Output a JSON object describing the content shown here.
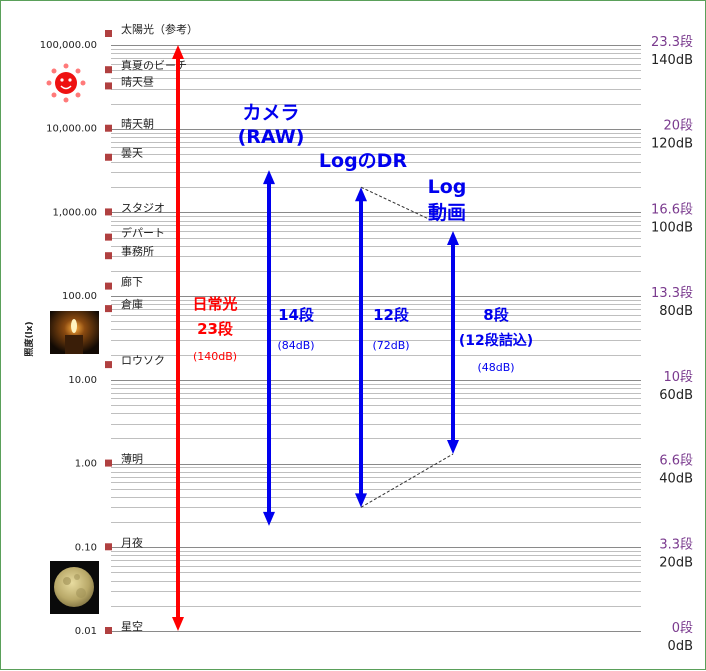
{
  "chart_data": {
    "type": "log-scale-range",
    "ylabel": "照度(lx)",
    "ylim": [
      0.01,
      100000
    ],
    "y_ticks": [
      {
        "value": 100000,
        "label": "100,000.00"
      },
      {
        "value": 10000,
        "label": "10,000.00"
      },
      {
        "value": 1000,
        "label": "1,000.00"
      },
      {
        "value": 100,
        "label": "100.00"
      },
      {
        "value": 10,
        "label": "10.00"
      },
      {
        "value": 1,
        "label": "1.00"
      },
      {
        "value": 0.1,
        "label": "0.10"
      },
      {
        "value": 0.01,
        "label": "0.01"
      }
    ],
    "right_scale": [
      {
        "value": 100000,
        "stop": "23.3段",
        "db": "140dB"
      },
      {
        "value": 10000,
        "stop": "20段",
        "db": "120dB"
      },
      {
        "value": 1000,
        "stop": "16.6段",
        "db": "100dB"
      },
      {
        "value": 100,
        "stop": "13.3段",
        "db": "80dB"
      },
      {
        "value": 10,
        "stop": "10段",
        "db": "60dB"
      },
      {
        "value": 1,
        "stop": "6.6段",
        "db": "40dB"
      },
      {
        "value": 0.1,
        "stop": "3.3段",
        "db": "20dB"
      },
      {
        "value": 0.01,
        "stop": "0段",
        "db": "0dB"
      }
    ],
    "light_sources": [
      {
        "name": "太陽光（参考）",
        "value": 130000
      },
      {
        "name": "真夏のビーチ",
        "value": 50000
      },
      {
        "name": "晴天昼",
        "value": 32000
      },
      {
        "name": "晴天朝",
        "value": 10000
      },
      {
        "name": "曇天",
        "value": 4500
      },
      {
        "name": "スタジオ",
        "value": 1000
      },
      {
        "name": "デパート",
        "value": 500
      },
      {
        "name": "事務所",
        "value": 300
      },
      {
        "name": "廊下",
        "value": 130
      },
      {
        "name": "倉庫",
        "value": 70
      },
      {
        "name": "ロウソク",
        "value": 15
      },
      {
        "name": "薄明",
        "value": 1
      },
      {
        "name": "月夜",
        "value": 0.1
      },
      {
        "name": "星空",
        "value": 0.01
      }
    ],
    "ranges": [
      {
        "id": "daylight",
        "title_lines": [
          "日常光",
          "23段"
        ],
        "sub": "(140dB)",
        "color": "#ff0000",
        "from": 0.01,
        "to": 100000
      },
      {
        "id": "camera-raw",
        "title_lines": [
          "カメラ",
          "(RAW)"
        ],
        "label": "14段",
        "sub": "(84dB)",
        "color": "#0000ee",
        "from": 0.18,
        "to": 3200
      },
      {
        "id": "log-dr",
        "title_lines": [
          "LogのDR"
        ],
        "label": "12段",
        "sub": "(72dB)",
        "color": "#0000ee",
        "from": 0.3,
        "to": 2000
      },
      {
        "id": "log-video",
        "title_lines": [
          "Log",
          "動画"
        ],
        "label_lines": [
          "8段",
          "(12段詰込)"
        ],
        "sub": "(48dB)",
        "color": "#0000ee",
        "from": 1.3,
        "to": 600
      }
    ]
  },
  "icons": {
    "sun": "sun-face-icon",
    "candle": "candle-photo",
    "moon": "full-moon-photo"
  },
  "colors": {
    "frame": "#5aa05a",
    "marker": "#b04040",
    "daylight": "#ff0000",
    "camera": "#0000ee",
    "stops": "#7a3a8e"
  }
}
